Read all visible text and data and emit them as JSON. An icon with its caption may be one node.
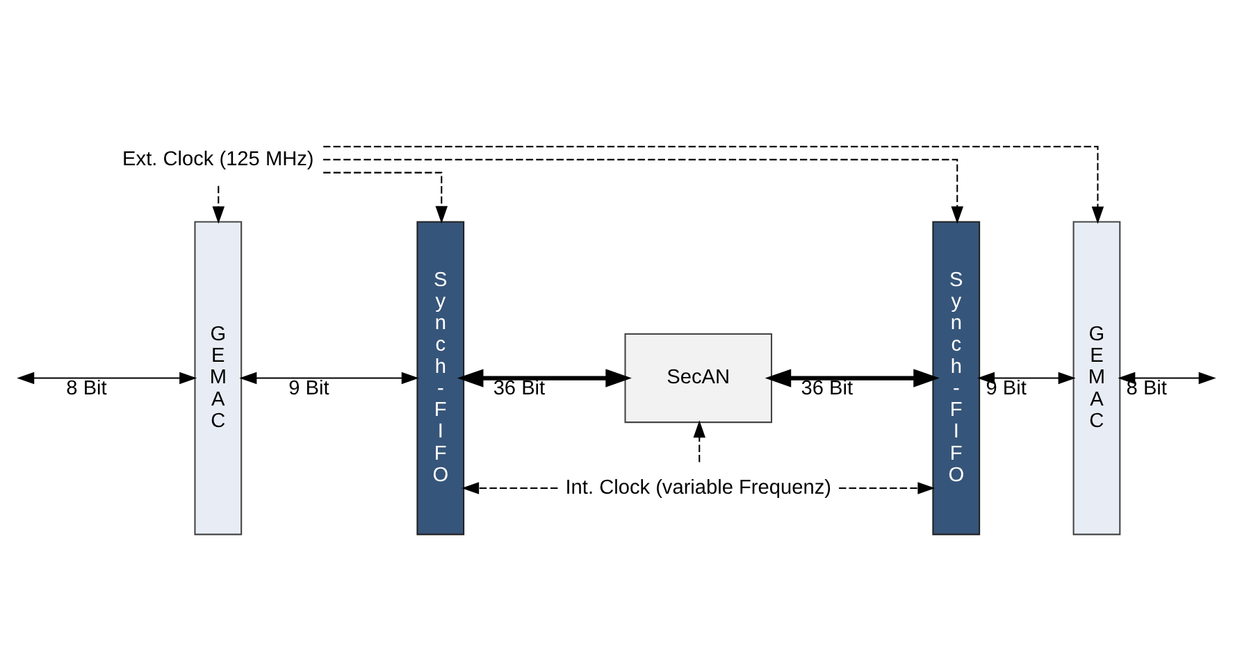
{
  "diagram": {
    "nodes": [
      {
        "text": [
          "G E M A C"
        ]
      },
      {
        "text": [
          "S y n c h - F I F O"
        ]
      },
      {
        "text": [
          "SecAN"
        ]
      },
      {
        "text": [
          "S y n c h - F I F O"
        ]
      },
      {
        "text": [
          "G E M A C"
        ]
      },
      {
        "text": [
          "Int. Clock (variable Frequenz)"
        ]
      },
      {
        "text": [
          "Ext. Clock (125 MHz)"
        ]
      }
    ],
    "edges": [
      {
        "from": null,
        "to": 0,
        "arrow": "both",
        "label": "8 Bit"
      },
      {
        "from": 0,
        "to": 1,
        "arrow": "both",
        "label": "9 Bit"
      },
      {
        "from": 1,
        "to": 2,
        "arrow": "both",
        "label": "36 Bit",
        "style": "thick"
      },
      {
        "from": 2,
        "to": 3,
        "arrow": "both",
        "label": "36 Bit",
        "style": "thick"
      },
      {
        "from": 3,
        "to": 4,
        "arrow": "both",
        "label": "9 Bit"
      },
      {
        "from": 4,
        "to": null,
        "arrow": "both",
        "label": "8 Bit"
      },
      {
        "from": 5,
        "to": 1,
        "arrow": "to",
        "style": "dashed"
      },
      {
        "from": 5,
        "to": 2,
        "arrow": "to",
        "style": "dashed"
      },
      {
        "from": 5,
        "to": 3,
        "arrow": "to",
        "style": "dashed"
      },
      {
        "from": 6,
        "to": 0,
        "arrow": "to",
        "style": "dashed"
      },
      {
        "from": 6,
        "to": 1,
        "arrow": "to",
        "style": "dashed"
      },
      {
        "from": 6,
        "to": 3,
        "arrow": "to",
        "style": "dashed"
      },
      {
        "from": 6,
        "to": 4,
        "arrow": "to",
        "style": "dashed"
      }
    ]
  }
}
